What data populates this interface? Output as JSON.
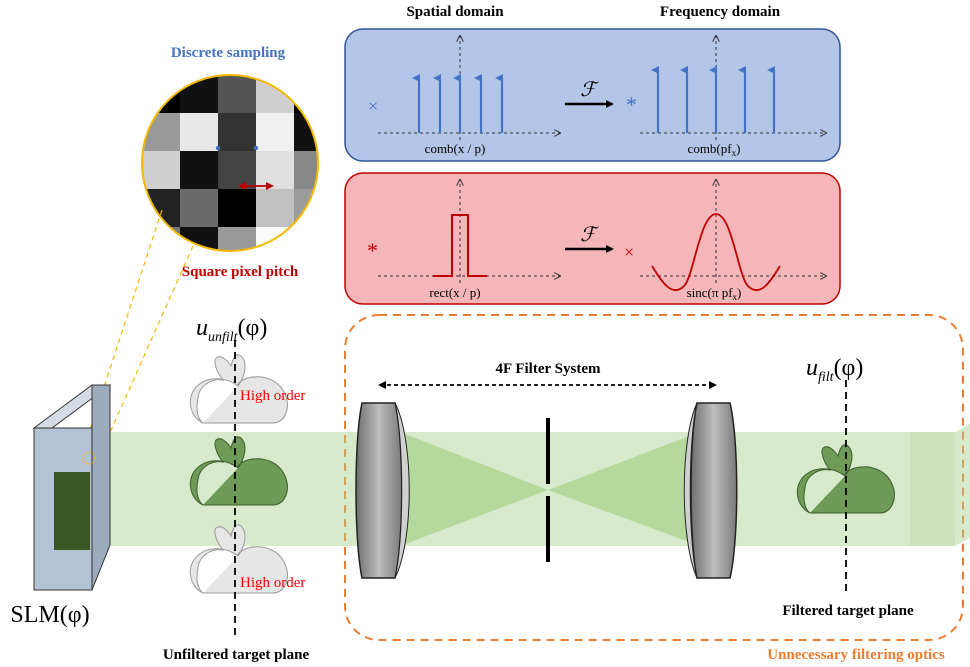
{
  "panels": {
    "spatial_title": "Spatial domain",
    "frequency_title": "Frequency domain",
    "operator": "ℱ",
    "blue": {
      "left_op": "×",
      "right_op": "*",
      "left_label": "comb(x / p)",
      "right_label": "comb(pf",
      "right_label_sub": "x",
      "right_label_tail": ")",
      "color": "#b4c6e7",
      "accent": "#4472c4"
    },
    "red": {
      "left_op": "*",
      "right_op": "×",
      "left_label": "rect(x / p)",
      "right_label": "sinc(π pf",
      "right_label_sub": "x",
      "right_label_tail": ")",
      "color": "#f4b6b8",
      "accent": "#c00000"
    }
  },
  "sampling": {
    "title": "Discrete sampling",
    "caption": "Square pixel pitch",
    "title_color": "#4472c4",
    "caption_color": "#c00000"
  },
  "optics": {
    "u_unfilt": "u",
    "u_unfilt_sub": "unfilt",
    "u_unfilt_arg": "(φ)",
    "u_filt": "u",
    "u_filt_sub": "filt",
    "u_filt_arg": "(φ)",
    "high_order_top": "High order",
    "high_order_bottom": "High order",
    "filter_system": "4F Filter System",
    "slm_label": "SLM(φ)",
    "unfiltered_plane": "Unfiltered target plane",
    "filtered_plane": "Filtered target plane",
    "unnecessary": "Unnecessary filtering optics",
    "beam_color": "#a9d18e",
    "dashed_box_color": "#ed7d31",
    "high_order_color": "#ff0000"
  }
}
